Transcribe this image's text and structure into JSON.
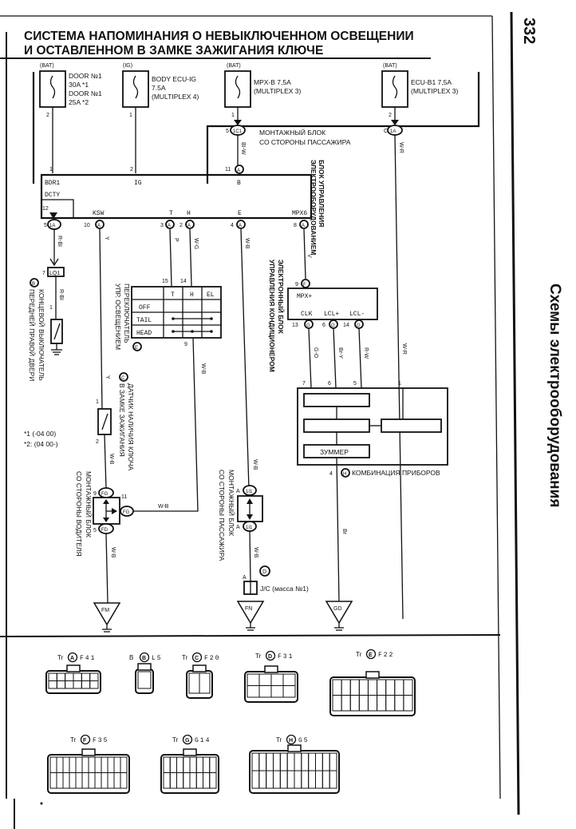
{
  "page_number": "332",
  "side_title": "Схемы электрооборудования",
  "title_line1": "СИСТЕМА НАПОМИНАНИЯ О НЕВЫКЛЮЧЕННОМ ОСВЕЩЕНИИ",
  "title_line2": "И ОСТАВЛЕННОМ В ЗАМКЕ ЗАЖИГАНИЯ КЛЮЧЕ",
  "fuses": [
    {
      "source": "(BAT)",
      "lines": [
        "DOOR №1",
        "30A *1",
        "DOOR №1",
        "25A *2"
      ],
      "pin": "2"
    },
    {
      "source": "(IG)",
      "lines": [
        "BODY ECU-IG",
        "7.5A",
        "(MULTIPLEX 4)"
      ],
      "pin": "1"
    },
    {
      "source": "(BAT)",
      "lines": [
        "MPX-B 7,5A",
        "(MULTIPLEX 3)"
      ],
      "pin": "1"
    },
    {
      "source": "(BAT)",
      "lines": [
        "ECU-B1 7,5A",
        "(MULTIPLEX 3)"
      ],
      "pin": "2"
    }
  ],
  "junction_passenger_top": {
    "label_line1": "МОНТАЖНЫЙ БЛОК",
    "label_line2": "СО СТОРОНЫ ПАССАЖИРА",
    "conn_left": "1C1",
    "pin_left": "5",
    "conn_right": "1A",
    "pin_right": "C"
  },
  "body_ecu": {
    "label_line1": "БЛОК УПРАВЛЕНИЯ",
    "label_line2": "ЭЛЕКТРООБОРУДОВАНИЕМ",
    "top_pins": [
      {
        "num": "1",
        "name": "BDR1"
      },
      {
        "num": "2",
        "name": "IG"
      },
      {
        "num": "11",
        "conn": "A",
        "name": "B"
      }
    ],
    "dcty": "DCTY",
    "dcty_pin": "12",
    "bottom_pins": [
      {
        "num": "5",
        "conn": "1A",
        "name": ""
      },
      {
        "num": "10",
        "conn": "A",
        "name": "KSW"
      },
      {
        "num": "3",
        "conn": "A",
        "name": "T"
      },
      {
        "num": "2",
        "conn": "A",
        "name": "H"
      },
      {
        "num": "4",
        "conn": "A",
        "name": "E"
      },
      {
        "num": "8",
        "conn": "A",
        "name": "MPX6"
      }
    ]
  },
  "wires": {
    "bl_w": "BI-W",
    "w_r": "W-R",
    "r_bl": "R-BI",
    "y": "Y",
    "p": "P",
    "w_g": "W-G",
    "w_b": "W-B",
    "v": "V",
    "g_o": "G-O",
    "br_y": "Br-Y",
    "r_w": "R-W",
    "br": "Br"
  },
  "door_switch": {
    "conn": "LQ1",
    "conn_pin": "7",
    "pin": "1",
    "letter": "B",
    "label_line1": "КОНЦЕВОЙ ВЫКЛЮЧАТЕЛЬ",
    "label_line2": "ПЕРЕДНЕЙ ПРАВОЙ ДВЕРИ"
  },
  "light_switch": {
    "letter": "E",
    "label_line1": "ПЕРЕКЛЮЧАТЕЛЬ",
    "label_line2": "УПР. ОСВЕЩЕНИЕМ",
    "pins_top": [
      "15",
      "14"
    ],
    "pin_bottom": "9",
    "columns": [
      "T",
      "H",
      "EL"
    ],
    "rows": [
      "OFF",
      "TAIL",
      "HEAD"
    ]
  },
  "key_sensor": {
    "letter": "C",
    "label_line1": "ДАТЧИК НАЛИЧИЯ КЛЮЧА",
    "label_line2": "В ЗАМКЕ ЗАЖИГАНИЯ",
    "pin_top": "1",
    "pin_bottom": "2"
  },
  "footnotes": [
    "*1 (-04 00)",
    "*2: (04 00-)"
  ],
  "junction_driver": {
    "label_line1": "МОНТАЖНЫЙ БЛОК",
    "label_line2": "СО СТОРОНЫ ВОДИТЕЛЯ",
    "conn_top": "FG",
    "pin_top": "9",
    "conn_right": "FG",
    "pin_right": "11",
    "conn_bottom": "FD",
    "pin_bottom": "5"
  },
  "ac_ecu": {
    "label_line1": "ЭЛЕКТРОННЫЙ БЛОК",
    "label_line2": "УПРАВЛЕНИЯ КОНДИЦИОНЕРОМ",
    "top_pin": {
      "num": "9",
      "conn": "F",
      "name": "MPX+"
    },
    "bottom_pins": [
      {
        "num": "13",
        "conn": "G",
        "name": "CLK"
      },
      {
        "num": "6",
        "conn": "G",
        "name": "LCL+"
      },
      {
        "num": "14",
        "conn": "G",
        "name": "LCL-"
      }
    ]
  },
  "junction_passenger_bottom": {
    "label_line1": "МОНТАЖНЫЙ БЛОК",
    "label_line2": "СО СТОРОНЫ ПАССАЖИРА",
    "conn": "1I1",
    "pin": "A"
  },
  "jc": {
    "letter": "D",
    "pin": "A",
    "label": "J/C (масса №1)"
  },
  "grounds": [
    "FM",
    "FN",
    "GD"
  ],
  "combination_meter": {
    "letter": "H",
    "label": "КОМБИНАЦИЯ ПРИБОРОВ",
    "buzzer": "ЗУММЕР",
    "pins_top": [
      "7",
      "6",
      "5",
      "1"
    ],
    "pin_bottom": "4"
  },
  "connectors": [
    {
      "prefix": "Tr",
      "letter": "A",
      "code": "F41"
    },
    {
      "prefix": "B",
      "letter": "B",
      "code": "L5"
    },
    {
      "prefix": "Tr",
      "letter": "C",
      "code": "F20"
    },
    {
      "prefix": "Tr",
      "letter": "D",
      "code": "F31"
    },
    {
      "prefix": "Tr",
      "letter": "E",
      "code": "F22"
    },
    {
      "prefix": "Tr",
      "letter": "F",
      "code": "F35"
    },
    {
      "prefix": "Tr",
      "letter": "G",
      "code": "G14"
    },
    {
      "prefix": "Tr",
      "letter": "H",
      "code": "G5"
    }
  ]
}
